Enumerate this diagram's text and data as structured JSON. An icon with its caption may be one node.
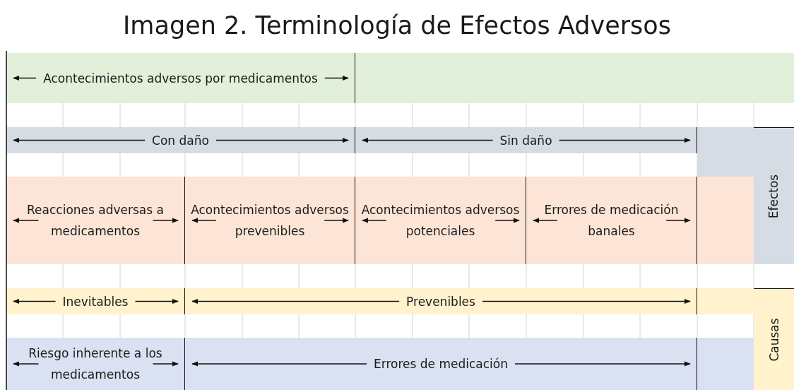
{
  "diagram": {
    "title": "Imagen 2. Terminología de Efectos Adversos",
    "nodes": [
      {
        "text": [
          "Acontecimientos adversos por medicamentos"
        ]
      },
      {
        "text": [
          "Con daño"
        ]
      },
      {
        "text": [
          "Sin daño"
        ]
      },
      {
        "text": [
          "Reacciones adversas a medicamentos"
        ]
      },
      {
        "text": [
          "Acontecimientos adversos prevenibles"
        ]
      },
      {
        "text": [
          "Acontecimientos adversos potenciales"
        ]
      },
      {
        "text": [
          "Errores de medicación banales"
        ]
      },
      {
        "text": [
          "Efectos"
        ]
      },
      {
        "text": [
          "Inevitables"
        ]
      },
      {
        "text": [
          "Prevenibles"
        ]
      },
      {
        "text": [
          "Riesgo inherente a los medicamentos"
        ]
      },
      {
        "text": [
          "Errores de medicación"
        ]
      },
      {
        "text": [
          "Causas"
        ]
      }
    ]
  }
}
